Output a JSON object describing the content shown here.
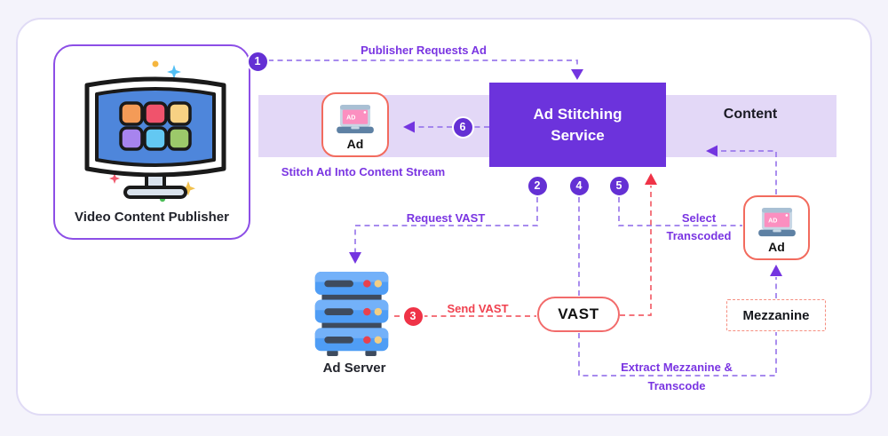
{
  "colors": {
    "accent-purple": "#6C33DC",
    "badge-purple": "#6430D4",
    "band-lavender": "#E3D8F7",
    "dashed-purple": "#9B7BEC",
    "arrow-purple": "#7435E0",
    "label-purple": "#7A35E2",
    "red": "#F0414F",
    "badge-red": "#EF3347",
    "dashed-red": "#F2606A",
    "node-border-red": "#F26B5E",
    "publisher-border": "#8C4EE6",
    "text-dark": "#22242C",
    "card-border": "#E0DBF5",
    "page-bg": "#F4F3FB"
  },
  "nodes": {
    "publisher": {
      "label": "Video Content Publisher"
    },
    "stitching": {
      "line1": "Ad Stitching",
      "line2": "Service"
    },
    "content": {
      "label": "Content"
    },
    "ad_left": {
      "label": "Ad",
      "screen": "AD"
    },
    "ad_right": {
      "label": "Ad",
      "screen": "AD"
    },
    "server": {
      "label": "Ad Server"
    },
    "vast": {
      "label": "VAST"
    },
    "mezzanine": {
      "label": "Mezzanine"
    }
  },
  "steps": [
    {
      "num": "1",
      "label": "Publisher Requests Ad"
    },
    {
      "num": "2",
      "label": "Request VAST"
    },
    {
      "num": "3",
      "label": "Send VAST"
    },
    {
      "num": "4",
      "label": ""
    },
    {
      "num": "5",
      "label_lines": [
        "Select",
        "Transcoded"
      ]
    },
    {
      "num": "6",
      "label": "Stitch Ad Into Content Stream"
    }
  ],
  "flow_labels": {
    "extract_lines": [
      "Extract Mezzanine &",
      "Transcode"
    ]
  }
}
